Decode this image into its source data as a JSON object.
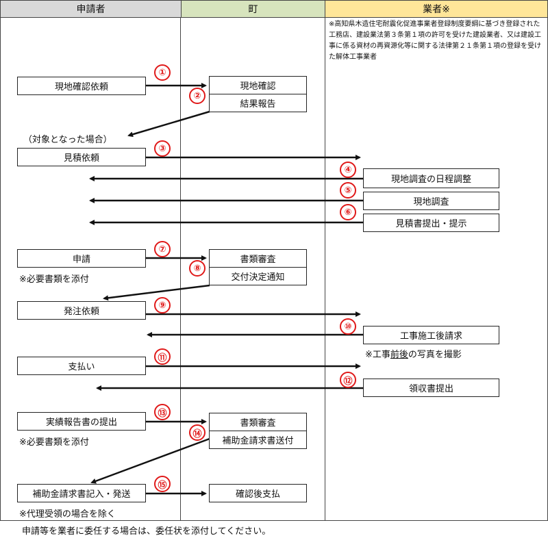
{
  "headers": {
    "applicant": "申請者",
    "town": "町",
    "contractor": "業者※"
  },
  "contractor_note": "※高知県木造住宅耐震化促進事業者登録制度要綱に基づき登録された工務店、建設業法第３条第１項の許可を受けた建設業者、又は建設工事に係る資材の再資源化等に関する法律第２１条第１項の登録を受けた解体工事業者",
  "colors": {
    "applicant_header": "#d9d9d9",
    "town_header": "#d7e4bd",
    "contractor_header": "#ffe699",
    "step_number": "#e01818"
  },
  "boxes": {
    "site_check_request": "現地確認依頼",
    "site_check": "現地確認",
    "result_report": "結果報告",
    "estimate_request": "見積依頼",
    "site_survey_schedule": "現地調査の日程調整",
    "site_survey": "現地調査",
    "estimate_submit": "見積書提出・提示",
    "application": "申請",
    "doc_review_1": "書類審査",
    "grant_decision": "交付決定通知",
    "order_request": "発注依頼",
    "post_work_invoice": "工事施工後請求",
    "payment": "支払い",
    "receipt_submit": "領収書提出",
    "report_submit": "実績報告書の提出",
    "doc_review_2": "書類審査",
    "claim_form_send": "補助金請求書送付",
    "claim_fill_send": "補助金請求書記入・発送",
    "confirm_pay": "確認後支払"
  },
  "notes": {
    "applicable": "（対象となった場合）",
    "attach_docs_1": "※必要書類を添付",
    "photos": "※工事前後の写真を撮影",
    "attach_docs_2": "※必要書類を添付",
    "exclude_proxy": "※代理受領の場合を除く"
  },
  "footer": "申請等を業者に委任する場合は、委任状を添付してください。",
  "steps": [
    "①",
    "②",
    "③",
    "④",
    "⑤",
    "⑥",
    "⑦",
    "⑧",
    "⑨",
    "⑩",
    "⑪",
    "⑫",
    "⑬",
    "⑭",
    "⑮"
  ]
}
